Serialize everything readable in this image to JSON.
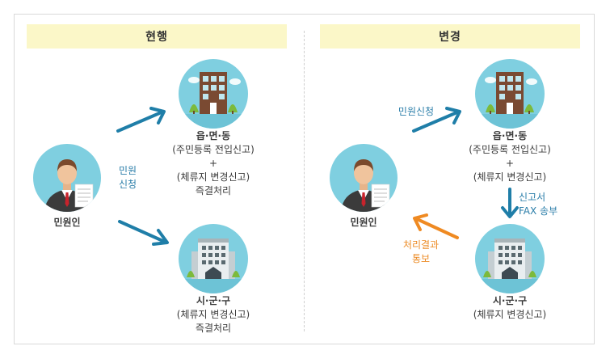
{
  "left_panel": {
    "title": "현행",
    "person_label": "민원인",
    "request_label_line1": "민원",
    "request_label_line2": "신청",
    "top_office": {
      "name": "읍·면·동",
      "line2": "(주민등록 전입신고)",
      "plus": "+",
      "line3": "(체류지 변경신고)",
      "line4": "즉결처리"
    },
    "bottom_office": {
      "name": "시·군·구",
      "line2": "(체류지 변경신고)",
      "line3": "즉결처리"
    }
  },
  "right_panel": {
    "title": "변경",
    "person_label": "민원인",
    "request_label": "민원신청",
    "fax_label_line1": "신고서",
    "fax_label_line2": "FAX 송부",
    "result_label_line1": "처리결과",
    "result_label_line2": "통보",
    "top_office": {
      "name": "읍·면·동",
      "line2": "(주민등록 전입신고)",
      "plus": "+",
      "line3": "(체류지 변경신고)"
    },
    "bottom_office": {
      "name": "시·군·구",
      "line2": "(체류지 변경신고)"
    }
  },
  "colors": {
    "header_bg": "#fbf7c8",
    "circle": "#7fcfe0",
    "arrow_blue": "#1f7ea8",
    "arrow_orange": "#ef8a22"
  }
}
